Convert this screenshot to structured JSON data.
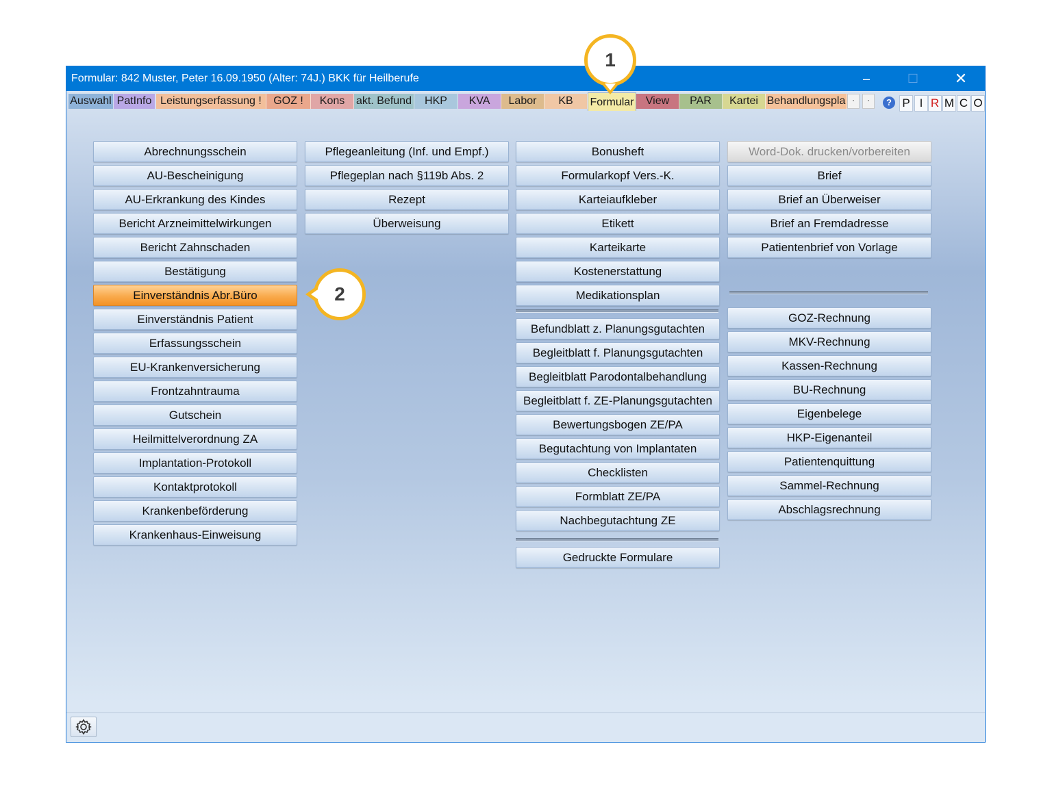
{
  "window": {
    "title": "Formular: 842  Muster, Peter  16.09.1950 (Alter: 74J.)  BKK für Heilberufe",
    "minimize": "–",
    "maximize": "☐",
    "close": "✕"
  },
  "tabs": [
    {
      "label": "Auswahl",
      "color": "#8fb3d9"
    },
    {
      "label": "PatInfo",
      "color": "#b9a8e6"
    },
    {
      "label": "Leistungserfassung !",
      "color": "#f2bf9b"
    },
    {
      "label": "GOZ !",
      "color": "#eaa78c"
    },
    {
      "label": "Kons",
      "color": "#e0a6a6"
    },
    {
      "label": "akt. Befund",
      "color": "#9fc3c9"
    },
    {
      "label": "HKP",
      "color": "#a9c7dd"
    },
    {
      "label": "KVA",
      "color": "#c9a6dd"
    },
    {
      "label": "Labor",
      "color": "#ddbb8d"
    },
    {
      "label": "KB",
      "color": "#f0c7a5"
    },
    {
      "label": "Formular",
      "color": "#f3eaa6",
      "active": true
    },
    {
      "label": "View",
      "color": "#c87580"
    },
    {
      "label": "PAR",
      "color": "#a7c08d"
    },
    {
      "label": "Kartei",
      "color": "#d7d792"
    },
    {
      "label": "Behandlungspla",
      "color": "#f5c29b"
    }
  ],
  "tab_scroll": {
    "left": "·",
    "right": "·"
  },
  "toolbar": {
    "help": "?",
    "letters": [
      {
        "label": "P",
        "color": "#111111"
      },
      {
        "label": "I",
        "color": "#111111"
      },
      {
        "label": "R",
        "color": "#d01818"
      },
      {
        "label": "M",
        "color": "#111111"
      },
      {
        "label": "C",
        "color": "#111111"
      },
      {
        "label": "O",
        "color": "#111111"
      }
    ]
  },
  "columns": {
    "col1": [
      "Abrechnungsschein",
      "AU-Bescheinigung",
      "AU-Erkrankung des Kindes",
      "Bericht Arzneimittelwirkungen",
      "Bericht Zahnschaden",
      "Bestätigung",
      "Einverständnis Abr.Büro",
      "Einverständnis Patient",
      "Erfassungsschein",
      "EU-Krankenversicherung",
      "Frontzahntrauma",
      "Gutschein",
      "Heilmittelverordnung ZA",
      "Implantation-Protokoll",
      "Kontaktprotokoll",
      "Krankenbeförderung",
      "Krankenhaus-Einweisung"
    ],
    "col1_highlighted": "Einverständnis Abr.Büro",
    "col2": [
      "Pflegeanleitung (Inf. und Empf.)",
      "Pflegeplan nach §119b Abs. 2",
      "Rezept",
      "Überweisung"
    ],
    "col3_top": [
      "Bonusheft",
      "Formularkopf Vers.-K.",
      "Karteiaufkleber",
      "Etikett",
      "Karteikarte",
      "Kostenerstattung",
      "Medikationsplan"
    ],
    "col3_mid": [
      "Befundblatt z. Planungsgutachten",
      "Begleitblatt f. Planungsgutachten",
      "Begleitblatt Parodontalbehandlung",
      "Begleitblatt f. ZE-Planungsgutachten",
      "Bewertungsbogen ZE/PA",
      "Begutachtung von Implantaten",
      "Checklisten",
      "Formblatt ZE/PA",
      "Nachbegutachtung ZE"
    ],
    "col3_bottom": [
      "Gedruckte Formulare"
    ],
    "col4_top": [
      "Word-Dok. drucken/vorbereiten",
      "Brief",
      "Brief an Überweiser",
      "Brief an Fremdadresse",
      "Patientenbrief von Vorlage"
    ],
    "col4_disabled": "Word-Dok. drucken/vorbereiten",
    "col4_bottom": [
      "GOZ-Rechnung",
      "MKV-Rechnung",
      "Kassen-Rechnung",
      "BU-Rechnung",
      "Eigenbelege",
      "HKP-Eigenanteil",
      "Patientenquittung",
      "Sammel-Rechnung",
      "Abschlagsrechnung"
    ]
  },
  "callouts": [
    "1",
    "2"
  ],
  "colors": {
    "titlebar": "#0078d7",
    "highlight": "#f7a13a",
    "callout_ring": "#f4b522"
  }
}
